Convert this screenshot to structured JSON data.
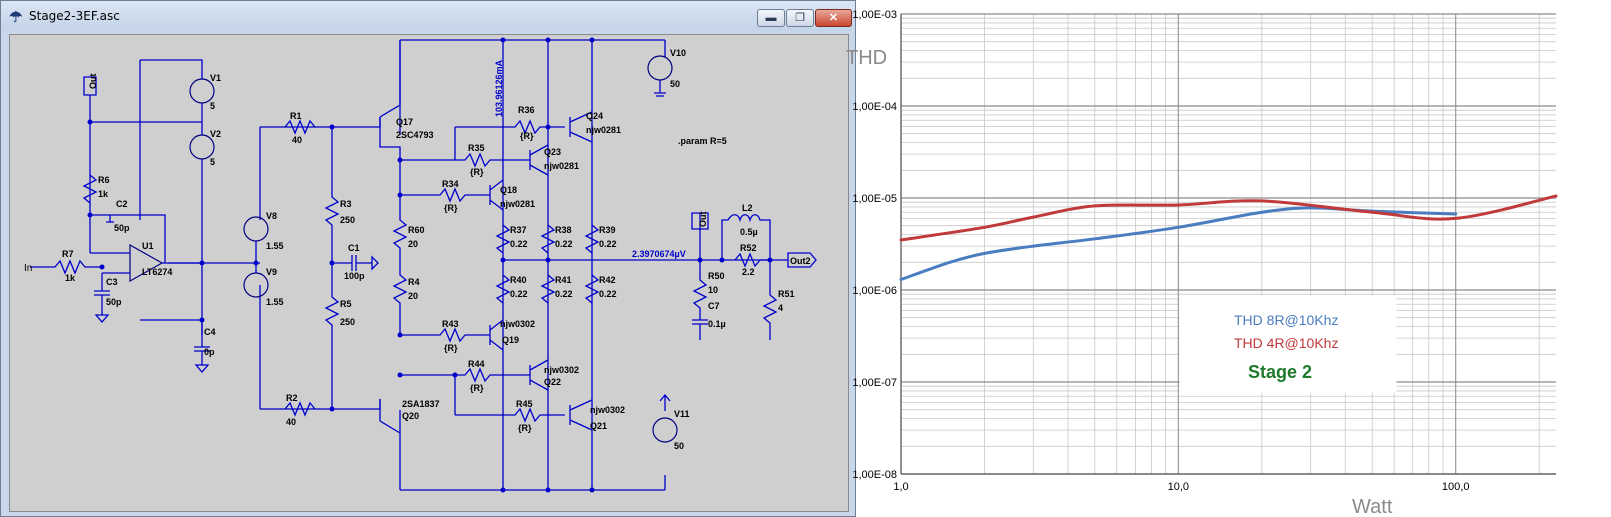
{
  "window": {
    "title": "Stage2-3EF.asc",
    "min_symbol": "▬",
    "max_symbol": "❐",
    "close_symbol": "✕"
  },
  "schematic": {
    "in_label": "In",
    "out_label": "Out",
    "out2_label": "Out2",
    "param": ".param R=5",
    "probe_current": "103.96126mA",
    "probe_voltage": "2.3970674µV",
    "sources": [
      {
        "name": "V1",
        "value": "5"
      },
      {
        "name": "V2",
        "value": "5"
      },
      {
        "name": "V8",
        "value": "1.55"
      },
      {
        "name": "V9",
        "value": "1.55"
      },
      {
        "name": "V10",
        "value": "50"
      },
      {
        "name": "V11",
        "value": "50"
      }
    ],
    "resistors": [
      {
        "name": "R1",
        "value": "40"
      },
      {
        "name": "R2",
        "value": "40"
      },
      {
        "name": "R3",
        "value": "250"
      },
      {
        "name": "R5",
        "value": "250"
      },
      {
        "name": "R6",
        "value": "1k"
      },
      {
        "name": "R7",
        "value": "1k"
      },
      {
        "name": "R60",
        "value": "20"
      },
      {
        "name": "R4",
        "value": "20"
      },
      {
        "name": "R34",
        "value": "{R}"
      },
      {
        "name": "R35",
        "value": "{R}"
      },
      {
        "name": "R36",
        "value": "{R}"
      },
      {
        "name": "R43",
        "value": "{R}"
      },
      {
        "name": "R44",
        "value": "{R}"
      },
      {
        "name": "R45",
        "value": "{R}"
      },
      {
        "name": "R37",
        "value": "0.22"
      },
      {
        "name": "R38",
        "value": "0.22"
      },
      {
        "name": "R39",
        "value": "0.22"
      },
      {
        "name": "R40",
        "value": "0.22"
      },
      {
        "name": "R41",
        "value": "0.22"
      },
      {
        "name": "R42",
        "value": "0.22"
      },
      {
        "name": "R50",
        "value": "10"
      },
      {
        "name": "R52",
        "value": "2.2"
      },
      {
        "name": "R51",
        "value": "4"
      }
    ],
    "capacitors": [
      {
        "name": "C1",
        "value": "100p"
      },
      {
        "name": "C2",
        "value": "50p"
      },
      {
        "name": "C3",
        "value": "50p"
      },
      {
        "name": "C4",
        "value": "0p"
      },
      {
        "name": "C7",
        "value": "0.1µ"
      }
    ],
    "inductor": {
      "name": "L2",
      "value": "0.5µ"
    },
    "opamp": {
      "name": "U1",
      "model": "LT6274"
    },
    "transistors": [
      {
        "name": "Q17",
        "model": "2SC4793"
      },
      {
        "name": "Q20",
        "model": "2SA1837"
      },
      {
        "name": "Q18",
        "model": "njw0281"
      },
      {
        "name": "Q23",
        "model": "njw0281"
      },
      {
        "name": "Q24",
        "model": "njw0281"
      },
      {
        "name": "Q19",
        "model": "njw0302"
      },
      {
        "name": "Q22",
        "model": "njw0302"
      },
      {
        "name": "Q21",
        "model": "njw0302"
      }
    ]
  },
  "chart_data": {
    "type": "line",
    "ylabel": "THD",
    "xlabel": "Watt",
    "x_scale": "log",
    "y_scale": "log",
    "xlim": [
      1,
      230
    ],
    "ylim": [
      1e-08,
      0.001
    ],
    "x_ticks": [
      "1,0",
      "10,0",
      "100,0"
    ],
    "y_ticks": [
      "1,00E-08",
      "1,00E-07",
      "1,00E-06",
      "1,00E-05",
      "1,00E-04",
      "1,00E-03"
    ],
    "grid": true,
    "legend_position": "lower-right",
    "annotation": "Stage 2",
    "annotation_color": "#1e7a2a",
    "series": [
      {
        "name": "THD 8R@10Khz",
        "color": "#4a7cc0",
        "x": [
          1,
          1.5,
          2,
          3,
          5,
          10,
          20,
          30,
          50,
          100
        ],
        "y": [
          1.3e-06,
          2e-06,
          2.5e-06,
          3e-06,
          3.6e-06,
          4.8e-06,
          7e-06,
          7.8e-06,
          7.2e-06,
          6.7e-06
        ]
      },
      {
        "name": "THD 4R@10Khz",
        "color": "#c0393b",
        "x": [
          1,
          2,
          3,
          5,
          10,
          20,
          50,
          100,
          230
        ],
        "y": [
          3.5e-06,
          4.8e-06,
          6.2e-06,
          8.2e-06,
          8.4e-06,
          9.3e-06,
          7e-06,
          6e-06,
          1.05e-05
        ]
      }
    ]
  }
}
